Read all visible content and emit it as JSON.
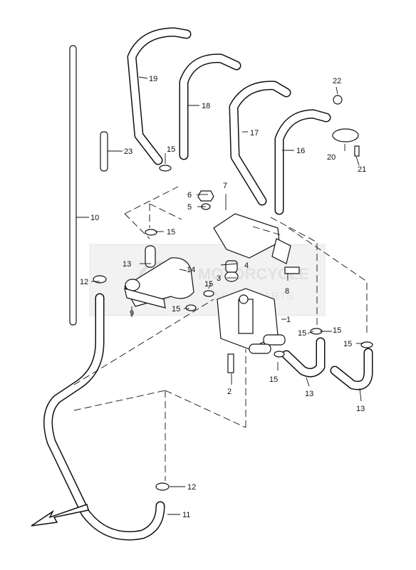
{
  "diagram": {
    "callouts": [
      {
        "id": "c1",
        "text": "1"
      },
      {
        "id": "c2",
        "text": "2"
      },
      {
        "id": "c3",
        "text": "3"
      },
      {
        "id": "c4",
        "text": "4"
      },
      {
        "id": "c5",
        "text": "5"
      },
      {
        "id": "c6",
        "text": "6"
      },
      {
        "id": "c7",
        "text": "7"
      },
      {
        "id": "c8",
        "text": "8"
      },
      {
        "id": "c9",
        "text": "9"
      },
      {
        "id": "c10",
        "text": "10"
      },
      {
        "id": "c11",
        "text": "11"
      },
      {
        "id": "c12a",
        "text": "12"
      },
      {
        "id": "c12b",
        "text": "12"
      },
      {
        "id": "c13a",
        "text": "13"
      },
      {
        "id": "c13b",
        "text": "13"
      },
      {
        "id": "c13c",
        "text": "13"
      },
      {
        "id": "c14",
        "text": "14"
      },
      {
        "id": "c15a",
        "text": "15"
      },
      {
        "id": "c15b",
        "text": "15"
      },
      {
        "id": "c15c",
        "text": "15"
      },
      {
        "id": "c15d",
        "text": "15"
      },
      {
        "id": "c15e",
        "text": "15"
      },
      {
        "id": "c15f",
        "text": "15"
      },
      {
        "id": "c15g",
        "text": "15"
      },
      {
        "id": "c15h",
        "text": "15"
      },
      {
        "id": "c16",
        "text": "16"
      },
      {
        "id": "c17",
        "text": "17"
      },
      {
        "id": "c18",
        "text": "18"
      },
      {
        "id": "c19",
        "text": "19"
      },
      {
        "id": "c20",
        "text": "20"
      },
      {
        "id": "c21",
        "text": "21"
      },
      {
        "id": "c22",
        "text": "22"
      },
      {
        "id": "c23",
        "text": "23"
      }
    ]
  },
  "watermark": {
    "main": "MOTORCYCLE",
    "sub": "SPARE PARTS"
  }
}
